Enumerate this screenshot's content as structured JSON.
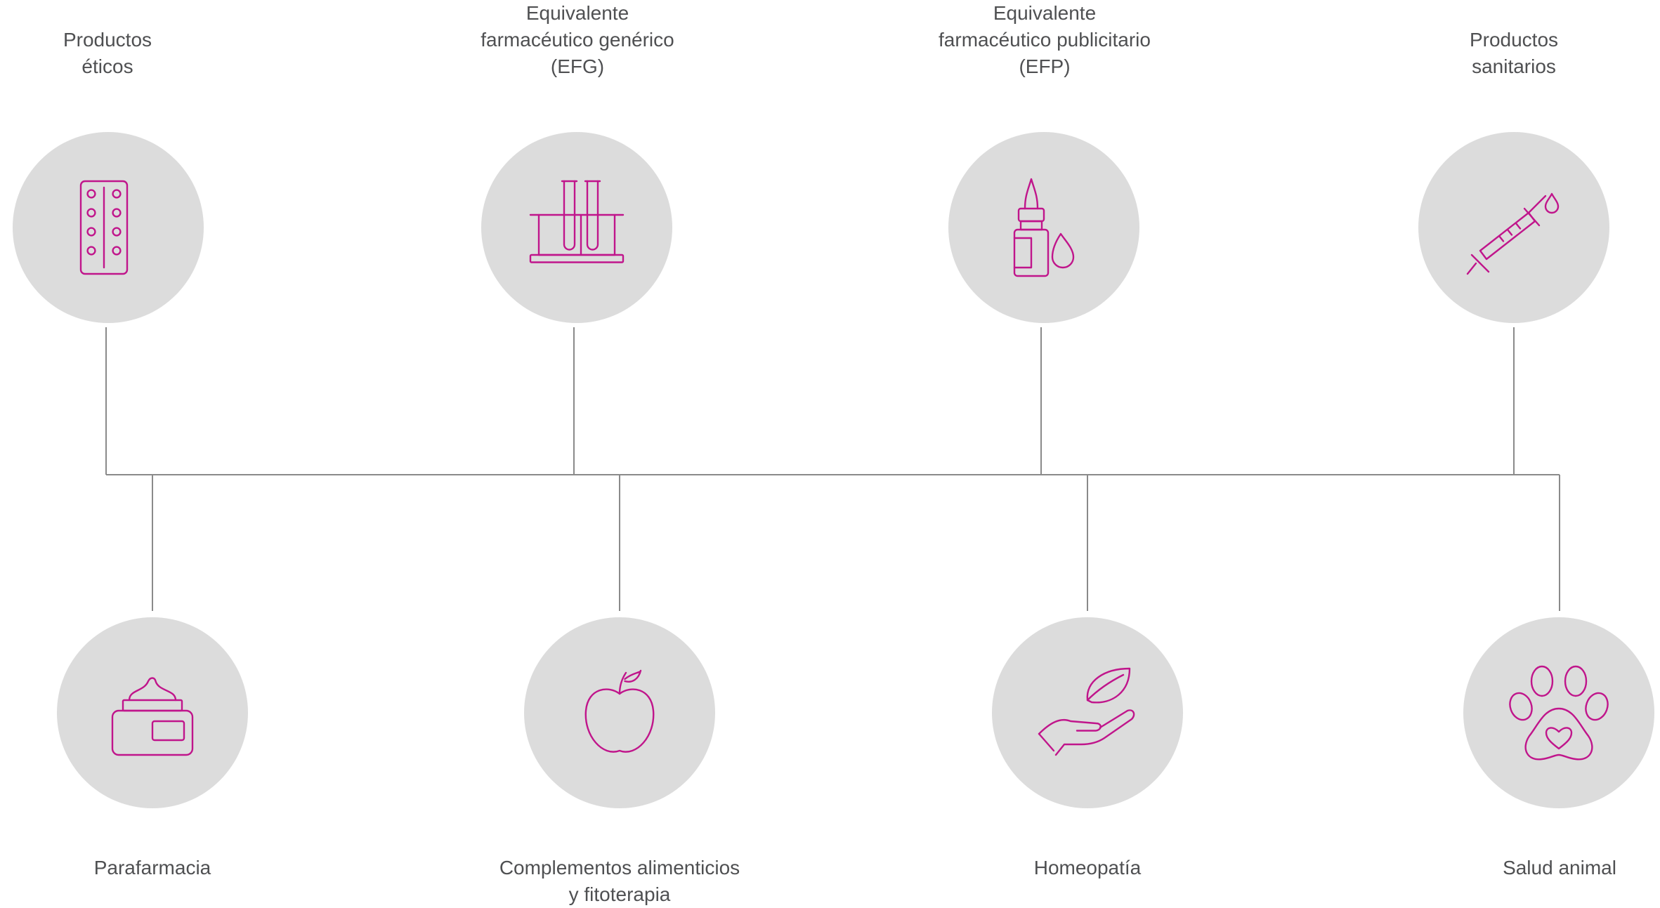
{
  "diagram": {
    "accent_color": "#c0158b",
    "circle_color": "#dcdcdc",
    "line_color": "#8a8a8a",
    "text_color": "#4f5052",
    "top_row": [
      {
        "lines": [
          "Productos",
          "éticos"
        ],
        "icon": "pill-blister-icon"
      },
      {
        "lines": [
          "Equivalente",
          "farmacéutico genérico",
          "(EFG)"
        ],
        "icon": "test-tubes-icon"
      },
      {
        "lines": [
          "Equivalente",
          "farmacéutico publicitario",
          "(EFP)"
        ],
        "icon": "dropper-bottle-icon"
      },
      {
        "lines": [
          "Productos",
          "sanitarios"
        ],
        "icon": "syringe-icon"
      }
    ],
    "bottom_row": [
      {
        "lines": [
          "Parafarmacia"
        ],
        "icon": "cream-jar-icon"
      },
      {
        "lines": [
          "Complementos alimenticios",
          "y fitoterapia"
        ],
        "icon": "apple-icon"
      },
      {
        "lines": [
          "Homeopatía"
        ],
        "icon": "hand-leaf-icon"
      },
      {
        "lines": [
          "Salud animal"
        ],
        "icon": "paw-heart-icon"
      }
    ]
  }
}
